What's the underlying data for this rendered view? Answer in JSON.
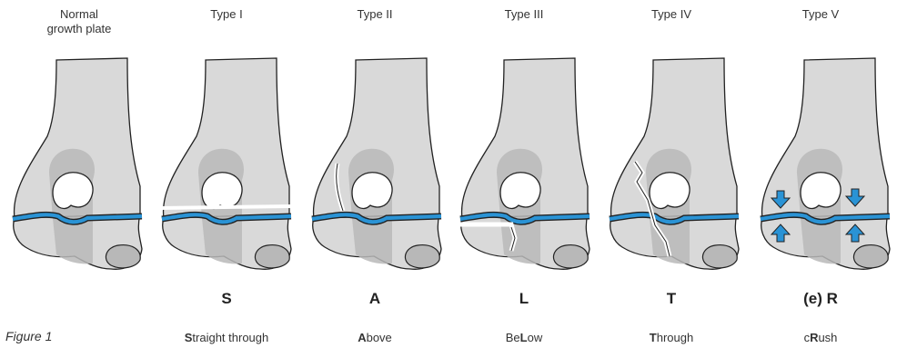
{
  "figure_caption": "Figure 1",
  "panels": [
    {
      "title": "Normal\ngrowth plate",
      "mnemonic": "",
      "word": []
    },
    {
      "title": "Type I",
      "mnemonic": "S",
      "word": [
        {
          "t": "S",
          "b": true
        },
        {
          "t": "traight through",
          "b": false
        }
      ]
    },
    {
      "title": "Type II",
      "mnemonic": "A",
      "word": [
        {
          "t": "A",
          "b": true
        },
        {
          "t": "bove",
          "b": false
        }
      ]
    },
    {
      "title": "Type III",
      "mnemonic": "L",
      "word": [
        {
          "t": "Be",
          "b": false
        },
        {
          "t": "L",
          "b": true
        },
        {
          "t": "ow",
          "b": false
        }
      ]
    },
    {
      "title": "Type IV",
      "mnemonic": "T",
      "word": [
        {
          "t": "T",
          "b": true
        },
        {
          "t": "hrough",
          "b": false
        }
      ]
    },
    {
      "title": "Type V",
      "mnemonic": "(e) R",
      "word": [
        {
          "t": "c",
          "b": false
        },
        {
          "t": "R",
          "b": true
        },
        {
          "t": "ush",
          "b": false
        }
      ]
    }
  ],
  "colors": {
    "bone": "#d9d9d9",
    "bone_dark": "#b8b8b8",
    "outline": "#222222",
    "growth_plate": "#2a93d5",
    "arrow": "#2a93d5"
  }
}
